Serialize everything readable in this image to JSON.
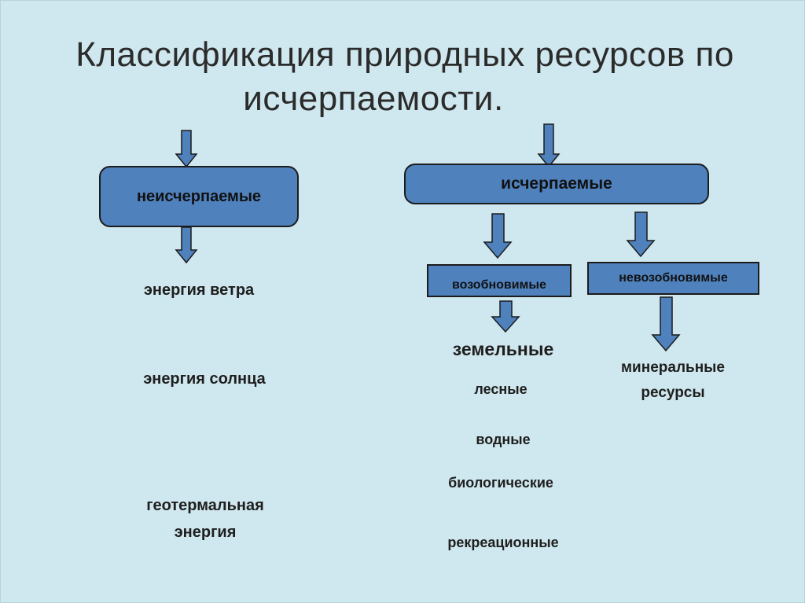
{
  "title": {
    "line1": "Классификация природных ресурсов по",
    "line2": "исчерпаемости."
  },
  "boxes": {
    "inexhaustible": "неисчерпаемые",
    "exhaustible": "исчерпаемые",
    "renewable": "возобновимые",
    "nonrenewable": "невозобновимые"
  },
  "inexhaustible_items": {
    "wind": "энергия ветра",
    "sun": "энергия солнца",
    "geothermal": "геотермальная энергия"
  },
  "renewable_items": {
    "land": "земельные",
    "forest": "лесные",
    "water": "водные",
    "biological": "биологические",
    "recreational": "рекреационные"
  },
  "nonrenewable_items": {
    "mineral": "минеральные ресурсы"
  },
  "colors": {
    "background": "#cfe7ee",
    "box_fill": "#4f81bd",
    "arrow_fill": "#4f81bd",
    "outline": "#1c1c1c"
  }
}
